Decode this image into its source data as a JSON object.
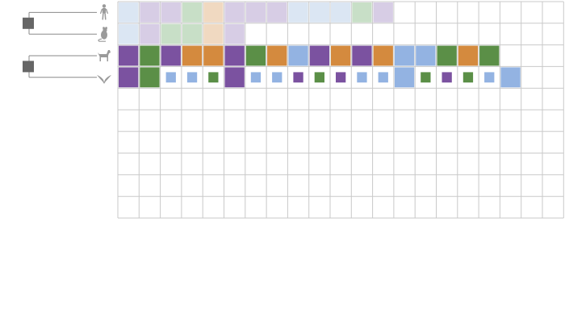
{
  "palette": {
    "grid_line": "#c9c9c9",
    "tree_line": "#8a8a8a",
    "tree_node": "#666666",
    "icon": "#9a9a9a",
    "light_blue": "#dbe6f3",
    "light_purple": "#d7cde5",
    "light_green": "#c8dfc7",
    "light_peach": "#f0d9c1",
    "purple": "#7b52a0",
    "green": "#5b8f47",
    "orange": "#d48a3e",
    "blue": "#93b3e2"
  },
  "grid": {
    "rows": 10,
    "cols": 21
  },
  "tree": {
    "clades": [
      {
        "name": "upper-clade",
        "leaves": [
          0,
          1
        ]
      },
      {
        "name": "lower-clade",
        "leaves": [
          2,
          3
        ]
      }
    ]
  },
  "rows": [
    {
      "icon": "human-icon",
      "cells": [
        {
          "c": "light_blue",
          "s": "full"
        },
        {
          "c": "light_purple",
          "s": "full"
        },
        {
          "c": "light_purple",
          "s": "full"
        },
        {
          "c": "light_green",
          "s": "full"
        },
        {
          "c": "light_peach",
          "s": "full"
        },
        {
          "c": "light_purple",
          "s": "full"
        },
        {
          "c": "light_purple",
          "s": "full"
        },
        {
          "c": "light_purple",
          "s": "full"
        },
        {
          "c": "light_blue",
          "s": "full"
        },
        {
          "c": "light_blue",
          "s": "full"
        },
        {
          "c": "light_blue",
          "s": "full"
        },
        {
          "c": "light_green",
          "s": "full"
        },
        {
          "c": "light_purple",
          "s": "full"
        }
      ]
    },
    {
      "icon": "mouse-icon",
      "cells": [
        {
          "c": "light_blue",
          "s": "full"
        },
        {
          "c": "light_purple",
          "s": "full"
        },
        {
          "c": "light_green",
          "s": "full"
        },
        {
          "c": "light_green",
          "s": "full"
        },
        {
          "c": "light_peach",
          "s": "full"
        },
        {
          "c": "light_purple",
          "s": "full"
        }
      ]
    },
    {
      "icon": "dog-icon",
      "cells": [
        {
          "c": "purple",
          "s": "full"
        },
        {
          "c": "green",
          "s": "full"
        },
        {
          "c": "purple",
          "s": "full"
        },
        {
          "c": "orange",
          "s": "full"
        },
        {
          "c": "orange",
          "s": "full"
        },
        {
          "c": "purple",
          "s": "full"
        },
        {
          "c": "green",
          "s": "full"
        },
        {
          "c": "orange",
          "s": "full"
        },
        {
          "c": "blue",
          "s": "full"
        },
        {
          "c": "purple",
          "s": "full"
        },
        {
          "c": "orange",
          "s": "full"
        },
        {
          "c": "purple",
          "s": "full"
        },
        {
          "c": "orange",
          "s": "full"
        },
        {
          "c": "blue",
          "s": "full"
        },
        {
          "c": "blue",
          "s": "full"
        },
        {
          "c": "green",
          "s": "full"
        },
        {
          "c": "orange",
          "s": "full"
        },
        {
          "c": "green",
          "s": "full"
        }
      ]
    },
    {
      "icon": "bird-icon",
      "cells": [
        {
          "c": "purple",
          "s": "full"
        },
        {
          "c": "green",
          "s": "full"
        },
        {
          "c": "blue",
          "s": "small"
        },
        {
          "c": "blue",
          "s": "small"
        },
        {
          "c": "green",
          "s": "small"
        },
        {
          "c": "purple",
          "s": "full"
        },
        {
          "c": "blue",
          "s": "small"
        },
        {
          "c": "blue",
          "s": "small"
        },
        {
          "c": "purple",
          "s": "small"
        },
        {
          "c": "green",
          "s": "small"
        },
        {
          "c": "purple",
          "s": "small"
        },
        {
          "c": "blue",
          "s": "small"
        },
        {
          "c": "blue",
          "s": "small"
        },
        {
          "c": "blue",
          "s": "full"
        },
        {
          "c": "green",
          "s": "small"
        },
        {
          "c": "purple",
          "s": "small"
        },
        {
          "c": "green",
          "s": "small"
        },
        {
          "c": "blue",
          "s": "small"
        },
        {
          "c": "blue",
          "s": "full"
        }
      ]
    },
    {
      "icon": "",
      "cells": []
    },
    {
      "icon": "",
      "cells": []
    },
    {
      "icon": "",
      "cells": []
    },
    {
      "icon": "",
      "cells": []
    },
    {
      "icon": "",
      "cells": []
    },
    {
      "icon": "",
      "cells": []
    }
  ]
}
